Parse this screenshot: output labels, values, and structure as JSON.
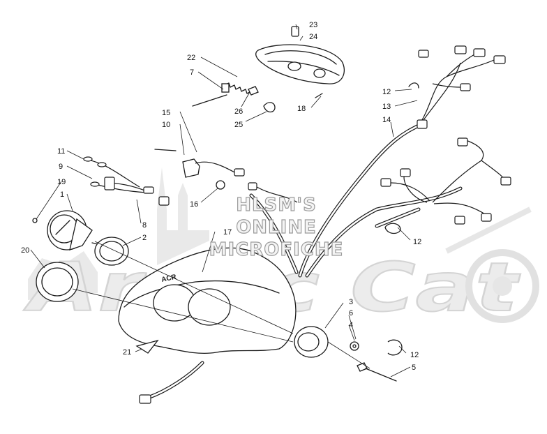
{
  "watermark": {
    "lines": [
      "HLSM'S",
      "ONLINE",
      "MICROFICHE"
    ],
    "brand": "Arctic Cat"
  },
  "diagram": {
    "callouts": [
      {
        "id": "23",
        "label": "23"
      },
      {
        "id": "24",
        "label": "24"
      },
      {
        "id": "22",
        "label": "22"
      },
      {
        "id": "7",
        "label": "7"
      },
      {
        "id": "26",
        "label": "26"
      },
      {
        "id": "25",
        "label": "25"
      },
      {
        "id": "18",
        "label": "18"
      },
      {
        "id": "12a",
        "label": "12"
      },
      {
        "id": "13",
        "label": "13"
      },
      {
        "id": "14",
        "label": "14"
      },
      {
        "id": "15",
        "label": "15"
      },
      {
        "id": "10",
        "label": "10"
      },
      {
        "id": "16",
        "label": "16"
      },
      {
        "id": "11",
        "label": "11"
      },
      {
        "id": "9",
        "label": "9"
      },
      {
        "id": "19",
        "label": "19"
      },
      {
        "id": "1",
        "label": "1"
      },
      {
        "id": "8",
        "label": "8"
      },
      {
        "id": "2",
        "label": "2"
      },
      {
        "id": "20",
        "label": "20"
      },
      {
        "id": "17",
        "label": "17"
      },
      {
        "id": "12b",
        "label": "12"
      },
      {
        "id": "3",
        "label": "3"
      },
      {
        "id": "6",
        "label": "6"
      },
      {
        "id": "4",
        "label": "4"
      },
      {
        "id": "12c",
        "label": "12"
      },
      {
        "id": "5",
        "label": "5"
      },
      {
        "id": "21",
        "label": "21"
      }
    ],
    "decal_text": "ACR"
  }
}
